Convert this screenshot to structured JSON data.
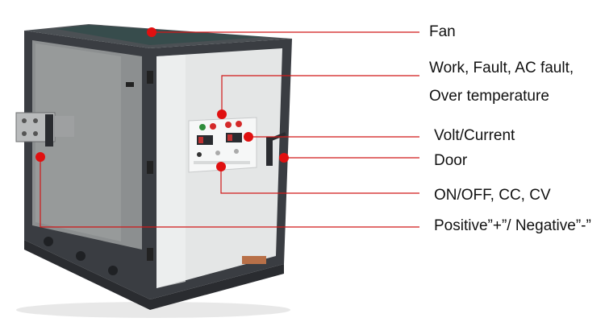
{
  "labels": {
    "fan": "Fan",
    "status_line1": "Work, Fault, AC fault,",
    "status_line2": "Over temperature",
    "meters": "Volt/Current",
    "door": "Door",
    "controls": "ON/OFF, CC, CV",
    "terminals": "Positive”+”/ Negative”-”"
  },
  "colors": {
    "leader": "#d01818",
    "dot": "#e01010",
    "frame": "#3a3d42",
    "panel": "#e4e6e6",
    "side": "#8c8f90",
    "copper": "#b87048",
    "indicator_red": "#d42a2a",
    "indicator_green": "#2e8c3a"
  },
  "icons": {
    "door_handle": "handle-icon",
    "hinge": "hinge-icon"
  }
}
